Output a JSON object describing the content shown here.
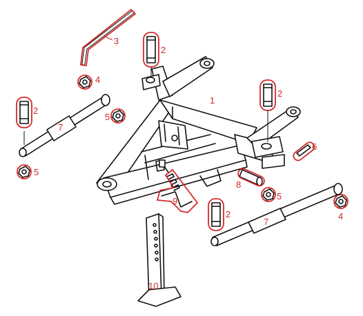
{
  "colors": {
    "highlight": "#d42a2a",
    "line": "#111111",
    "label": "#cc2a2a"
  },
  "callouts": {
    "c1": "1",
    "c2a": "2",
    "c2b": "2",
    "c2c": "2",
    "c2d": "2",
    "c3": "3",
    "c4a": "4",
    "c4b": "4",
    "c5a": "5",
    "c5b": "5",
    "c5c": "5",
    "c6": "6",
    "c7a": "7",
    "c7b": "7",
    "c8": "8",
    "c9": "9",
    "c10": "10"
  }
}
